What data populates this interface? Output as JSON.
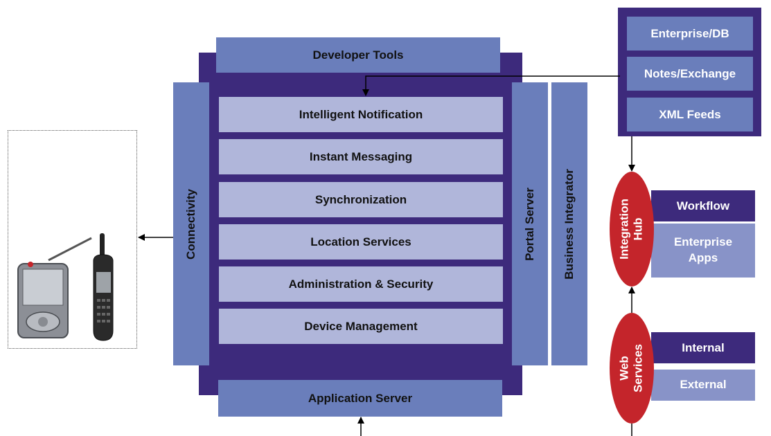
{
  "core": {
    "developer_tools": "Developer Tools",
    "application_server": "Application Server",
    "connectivity": "Connectivity",
    "portal_server": "Portal Server",
    "business_integrator": "Business Integrator",
    "services": [
      "Intelligent Notification",
      "Instant Messaging",
      "Synchronization",
      "Location Services",
      "Administration & Security",
      "Device Management"
    ]
  },
  "data_sources": [
    "Enterprise/DB",
    "Notes/Exchange",
    "XML Feeds"
  ],
  "integration_hub": {
    "label_line1": "Integration",
    "label_line2": "Hub",
    "workflow": "Workflow",
    "enterprise_apps_line1": "Enterprise",
    "enterprise_apps_line2": "Apps"
  },
  "web_services": {
    "label_line1": "Web",
    "label_line2": "Services",
    "internal": "Internal",
    "external": "External"
  },
  "devices": {
    "pda_icon": "pda-icon",
    "phone_icon": "mobile-phone-icon"
  },
  "colors": {
    "core_dark": "#3d2a7c",
    "medium_blue": "#6a7ebb",
    "service_light": "#b0b6da",
    "enterprise_light": "#8893c8",
    "hub_red": "#c4252b"
  }
}
